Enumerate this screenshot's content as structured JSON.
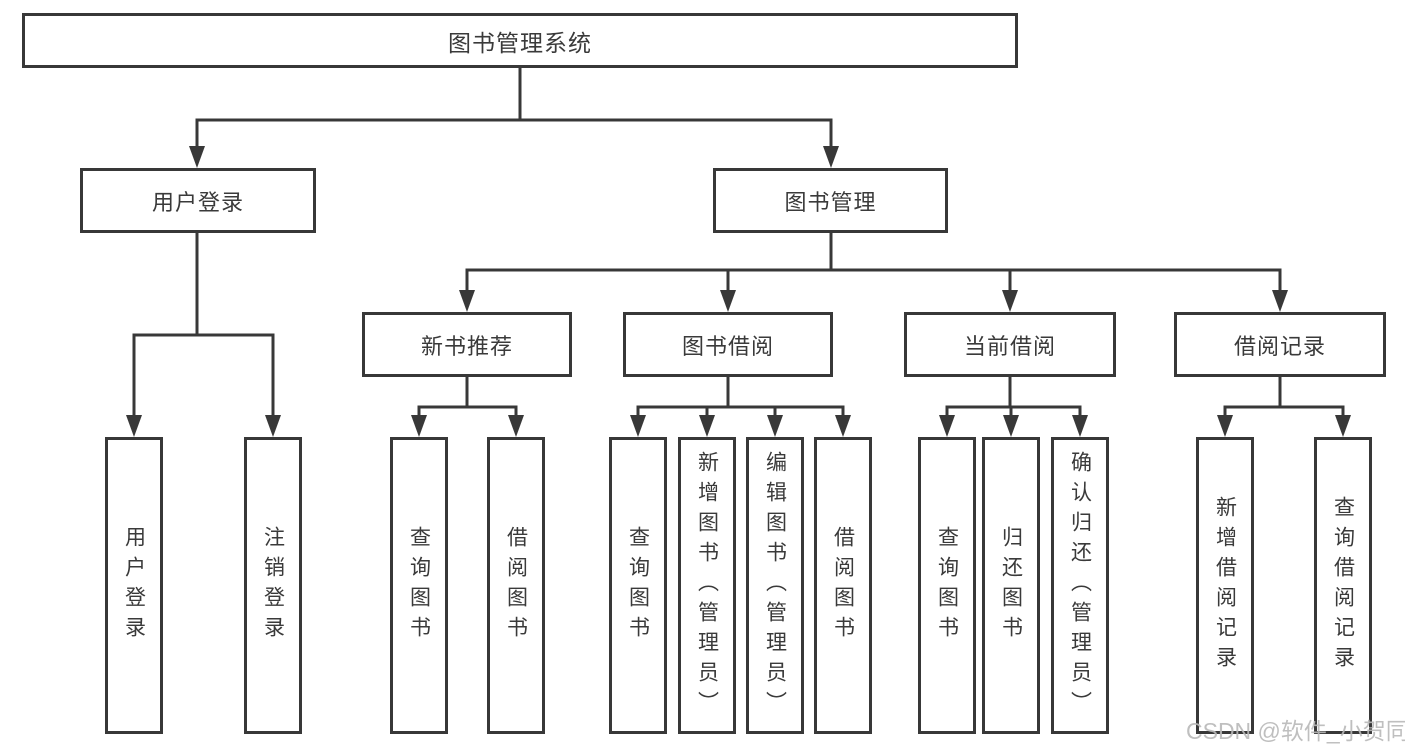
{
  "diagram": {
    "root": {
      "label": "图书管理系统"
    },
    "branches": [
      {
        "label": "用户登录",
        "children": [
          {
            "label": "用户登录"
          },
          {
            "label": "注销登录"
          }
        ]
      },
      {
        "label": "图书管理",
        "children": [
          {
            "label": "新书推荐",
            "children": [
              {
                "label": "查询图书"
              },
              {
                "label": "借阅图书"
              }
            ]
          },
          {
            "label": "图书借阅",
            "children": [
              {
                "label": "查询图书"
              },
              {
                "label": "新增图书（管理员）"
              },
              {
                "label": "编辑图书（管理员）"
              },
              {
                "label": "借阅图书"
              }
            ]
          },
          {
            "label": "当前借阅",
            "children": [
              {
                "label": "查询图书"
              },
              {
                "label": "归还图书"
              },
              {
                "label": "确认归还（管理员）"
              }
            ]
          },
          {
            "label": "借阅记录",
            "children": [
              {
                "label": "新增借阅记录"
              },
              {
                "label": "查询借阅记录"
              }
            ]
          }
        ]
      }
    ]
  },
  "watermark": {
    "text": "CSDN @软件_小贺同学"
  },
  "colors": {
    "line": "#383838",
    "text": "#3a3a3a",
    "background": "#ffffff",
    "watermark": "#b9b9b9"
  }
}
